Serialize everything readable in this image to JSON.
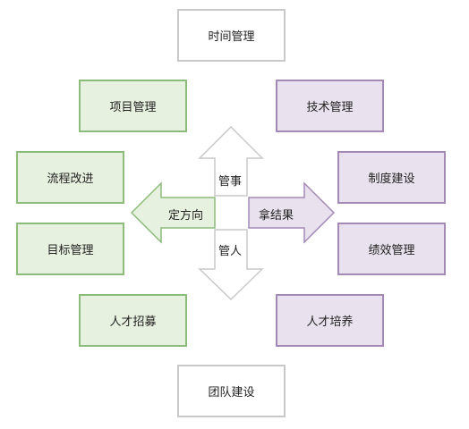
{
  "boxes": {
    "top": "时间管理",
    "project": "项目管理",
    "tech": "技术管理",
    "process": "流程改进",
    "system": "制度建设",
    "goal": "目标管理",
    "performance": "绩效管理",
    "recruit": "人才招募",
    "cultivate": "人才培养",
    "bottom": "团队建设"
  },
  "arrows": {
    "up": "管事",
    "down": "管人",
    "left": "定方向",
    "right": "拿结果"
  },
  "colors": {
    "green_fill": "#e6f1df",
    "green_border": "#8dbb7c",
    "purple_fill": "#e9e1ee",
    "purple_border": "#a489b4",
    "neutral_border": "#c9c9c9"
  }
}
